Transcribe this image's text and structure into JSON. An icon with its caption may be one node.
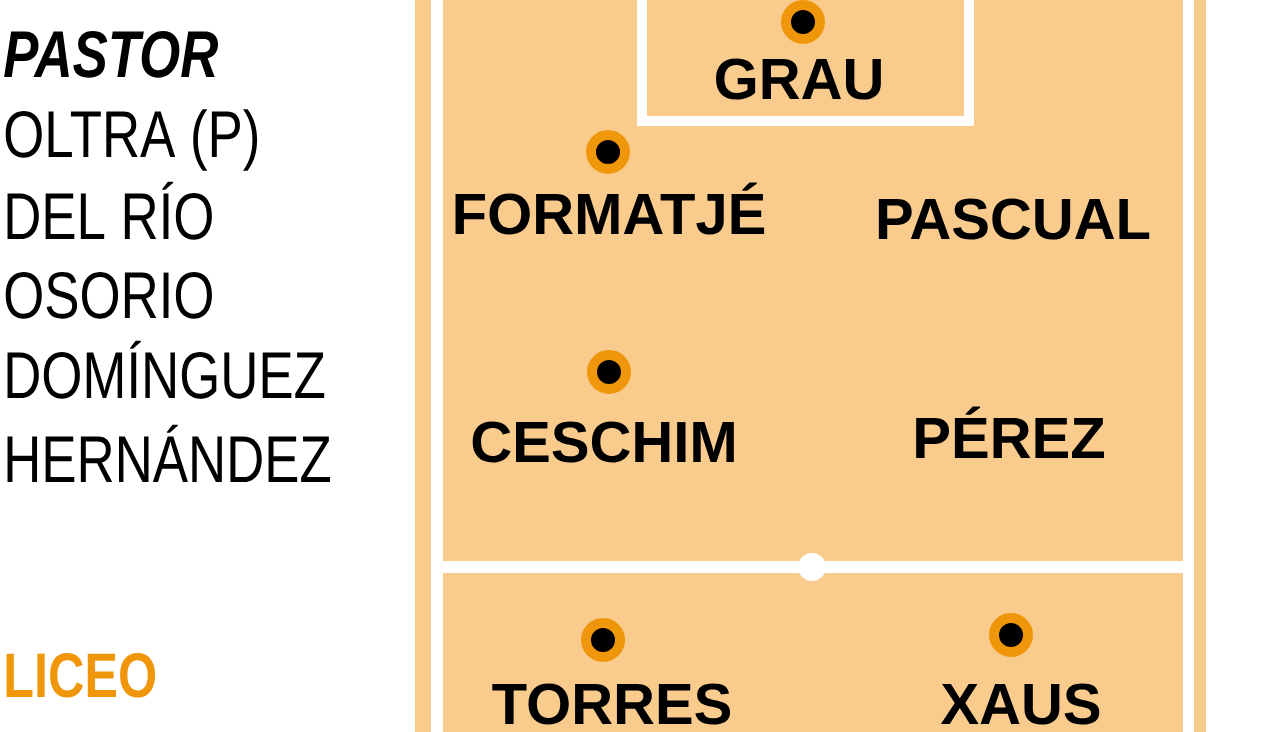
{
  "diagram": {
    "nodes": [
      {
        "text": [
          "FORMATJÉ",
          "PASCUAL",
          "CESCHIM",
          "PÉREZ"
        ]
      },
      {
        "text": [
          "GRAU"
        ],
        "in": 0
      },
      {
        "text": [
          "TORRES",
          "XAUS"
        ]
      }
    ],
    "labels": [
      "PASTOR",
      "OLTRA (P)",
      "DEL RÍO",
      "OSORIO",
      "DOMÍNGUEZ",
      "HERNÁNDEZ",
      "LICEO"
    ]
  }
}
